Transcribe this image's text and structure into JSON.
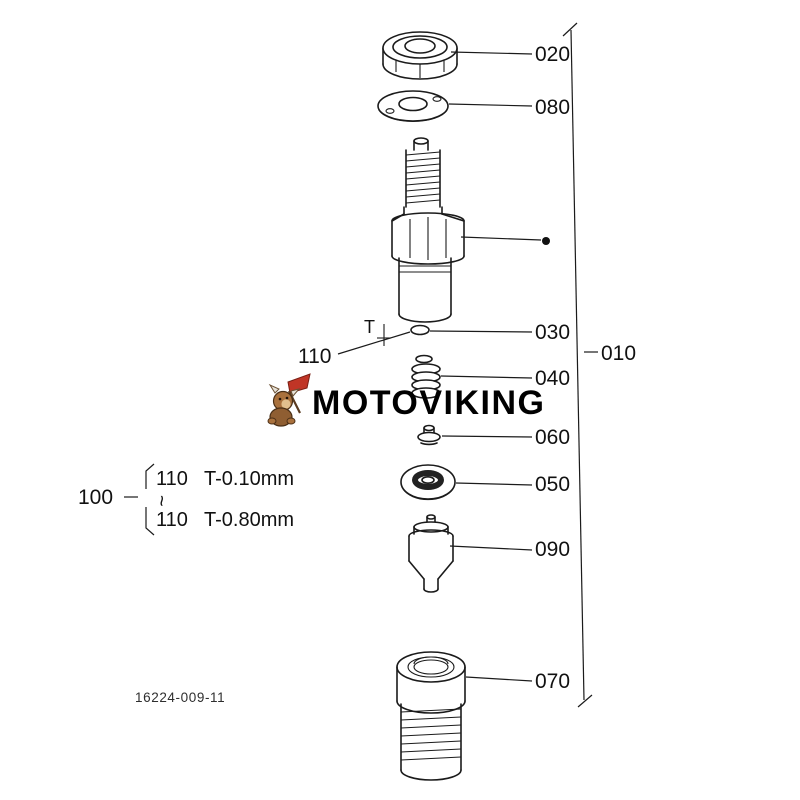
{
  "brand": {
    "watermark": "MOTOVIKING"
  },
  "diagram": {
    "drawing_number": "16224-009-11",
    "assembly_label": "010",
    "group_label": "100",
    "shim_label": "110",
    "t_mark": "T",
    "tolerance": {
      "range_symbol": "~",
      "rows": [
        {
          "part": "110",
          "value": "T-0.10mm"
        },
        {
          "part": "110",
          "value": "T-0.80mm"
        }
      ]
    },
    "callouts": [
      {
        "label": "020"
      },
      {
        "label": "080"
      },
      {
        "label": "030"
      },
      {
        "label": "040"
      },
      {
        "label": "060"
      },
      {
        "label": "050"
      },
      {
        "label": "090"
      },
      {
        "label": "070"
      }
    ]
  }
}
